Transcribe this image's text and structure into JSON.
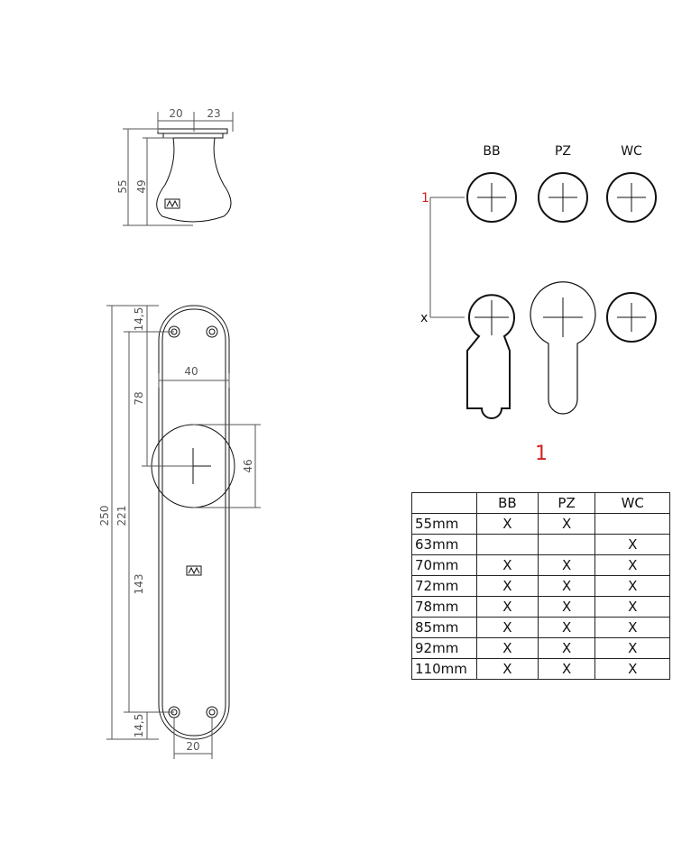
{
  "knob_view": {
    "dims": {
      "w1": "20",
      "w2": "23",
      "h_total": "55",
      "h_knob": "49"
    }
  },
  "plate_view": {
    "dims": {
      "top_offset": "14,5",
      "upper": "78",
      "total": "250",
      "inner": "221",
      "lower": "143",
      "bottom_offset": "14,5",
      "width": "40",
      "rose": "46",
      "hole_spacing": "20"
    }
  },
  "cutouts": {
    "columns": [
      "BB",
      "PZ",
      "WC"
    ],
    "row_labels": {
      "top": "1",
      "bottom": "x"
    },
    "caption": "1"
  },
  "table": {
    "headers": [
      "",
      "BB",
      "PZ",
      "WC"
    ],
    "rows": [
      {
        "size": "55mm",
        "bb": "X",
        "pz": "X",
        "wc": ""
      },
      {
        "size": "63mm",
        "bb": "",
        "pz": "",
        "wc": "X"
      },
      {
        "size": "70mm",
        "bb": "X",
        "pz": "X",
        "wc": "X"
      },
      {
        "size": "72mm",
        "bb": "X",
        "pz": "X",
        "wc": "X"
      },
      {
        "size": "78mm",
        "bb": "X",
        "pz": "X",
        "wc": "X"
      },
      {
        "size": "85mm",
        "bb": "X",
        "pz": "X",
        "wc": "X"
      },
      {
        "size": "92mm",
        "bb": "X",
        "pz": "X",
        "wc": "X"
      },
      {
        "size": "110mm",
        "bb": "X",
        "pz": "X",
        "wc": "X"
      }
    ]
  },
  "colors": {
    "accent_red": "#d42020",
    "line": "#111111",
    "dim_line": "#555555"
  }
}
